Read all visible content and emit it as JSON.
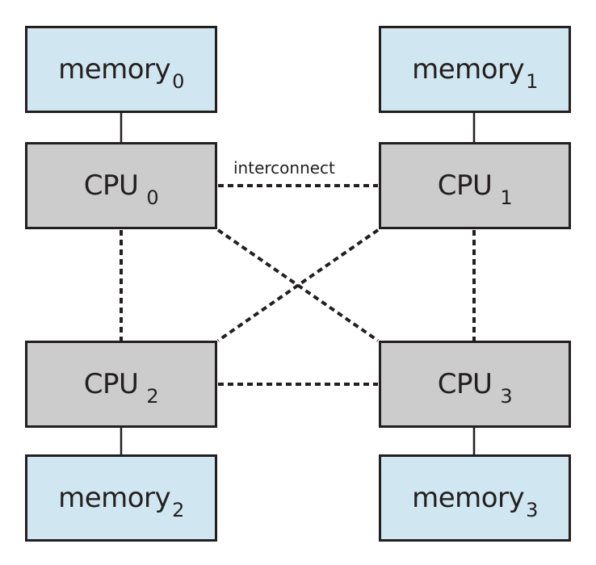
{
  "diagram": {
    "type": "NUMA multiprocessing architecture",
    "colors": {
      "memory_fill": "#d0e6f0",
      "cpu_fill": "#cccccc",
      "stroke": "#231f20"
    },
    "nodes": {
      "memory0": {
        "text": "memory",
        "sub": "0"
      },
      "memory1": {
        "text": "memory",
        "sub": "1"
      },
      "memory2": {
        "text": "memory",
        "sub": "2"
      },
      "memory3": {
        "text": "memory",
        "sub": "3"
      },
      "cpu0": {
        "text": "CPU",
        "sub": "0"
      },
      "cpu1": {
        "text": "CPU",
        "sub": "1"
      },
      "cpu2": {
        "text": "CPU",
        "sub": "2"
      },
      "cpu3": {
        "text": "CPU",
        "sub": "3"
      }
    },
    "interconnect_label": "interconnect",
    "edges": [
      {
        "from": "memory0",
        "to": "cpu0",
        "style": "solid"
      },
      {
        "from": "memory1",
        "to": "cpu1",
        "style": "solid"
      },
      {
        "from": "cpu2",
        "to": "memory2",
        "style": "solid"
      },
      {
        "from": "cpu3",
        "to": "memory3",
        "style": "solid"
      },
      {
        "from": "cpu0",
        "to": "cpu1",
        "style": "dashed"
      },
      {
        "from": "cpu0",
        "to": "cpu2",
        "style": "dashed"
      },
      {
        "from": "cpu1",
        "to": "cpu3",
        "style": "dashed"
      },
      {
        "from": "cpu2",
        "to": "cpu3",
        "style": "dashed"
      },
      {
        "from": "cpu0",
        "to": "cpu3",
        "style": "dashed"
      },
      {
        "from": "cpu1",
        "to": "cpu2",
        "style": "dashed"
      }
    ]
  }
}
